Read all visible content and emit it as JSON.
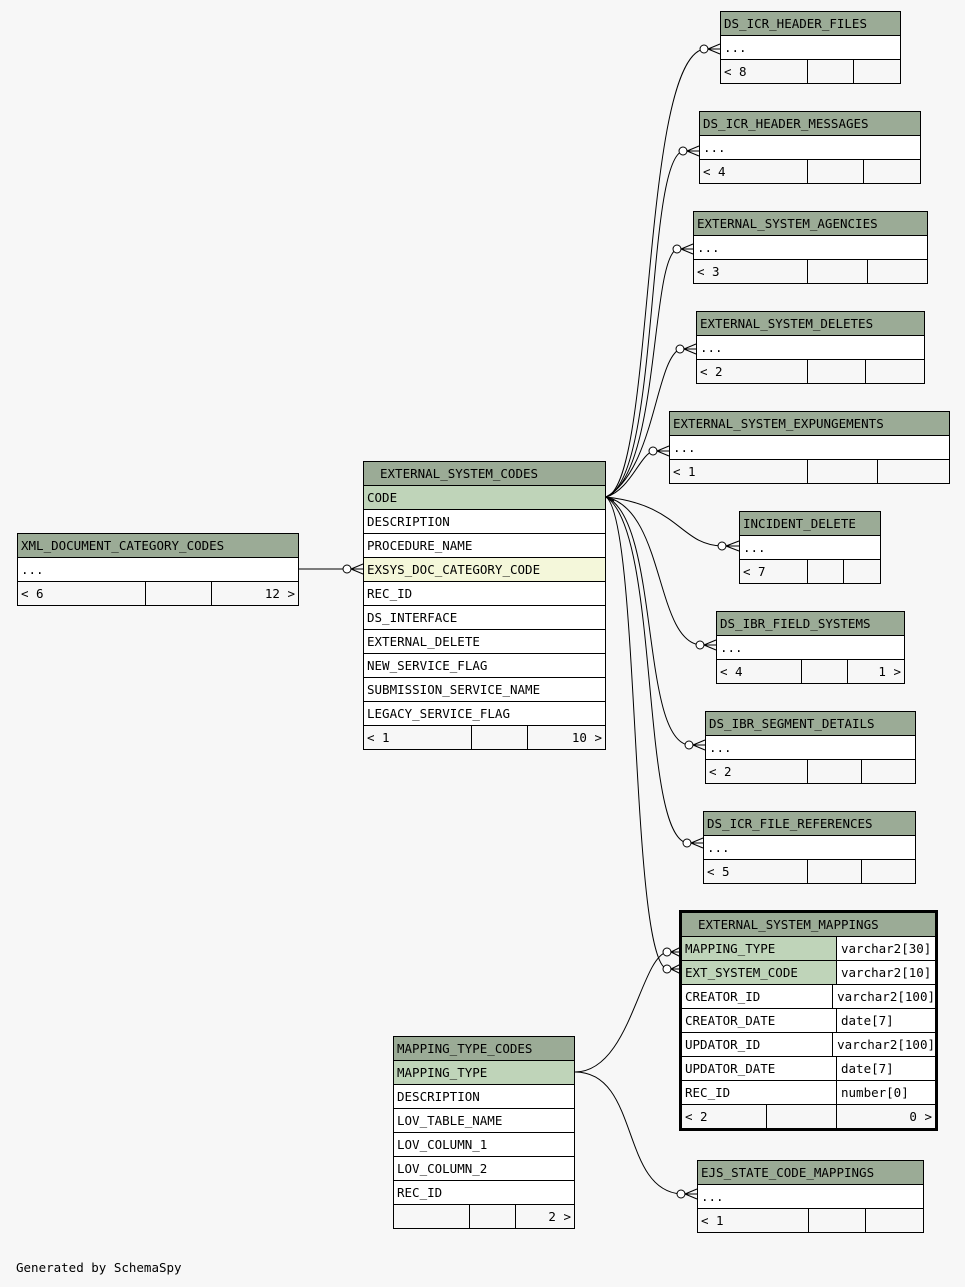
{
  "footer": {
    "credit": "Generated by SchemaSpy"
  },
  "main": {
    "name": "EXTERNAL_SYSTEM_CODES",
    "columns": [
      "CODE",
      "DESCRIPTION",
      "PROCEDURE_NAME",
      "EXSYS_DOC_CATEGORY_CODE",
      "REC_ID",
      "DS_INTERFACE",
      "EXTERNAL_DELETE",
      "NEW_SERVICE_FLAG",
      "SUBMISSION_SERVICE_NAME",
      "LEGACY_SERVICE_FLAG"
    ],
    "parents": "< 1",
    "children": "10 >"
  },
  "xml_doc": {
    "name": "XML_DOCUMENT_CATEGORY_CODES",
    "ellipsis": "...",
    "parents": "< 6",
    "children": "12 >"
  },
  "mapping_codes": {
    "name": "MAPPING_TYPE_CODES",
    "columns": [
      "MAPPING_TYPE",
      "DESCRIPTION",
      "LOV_TABLE_NAME",
      "LOV_COLUMN_1",
      "LOV_COLUMN_2",
      "REC_ID"
    ],
    "children": "2 >"
  },
  "focus": {
    "name": "EXTERNAL_SYSTEM_MAPPINGS",
    "columns": [
      {
        "name": "MAPPING_TYPE",
        "type": "varchar2[30]"
      },
      {
        "name": "EXT_SYSTEM_CODE",
        "type": "varchar2[10]"
      },
      {
        "name": "CREATOR_ID",
        "type": "varchar2[100]"
      },
      {
        "name": "CREATOR_DATE",
        "type": "date[7]"
      },
      {
        "name": "UPDATOR_ID",
        "type": "varchar2[100]"
      },
      {
        "name": "UPDATOR_DATE",
        "type": "date[7]"
      },
      {
        "name": "REC_ID",
        "type": "number[0]"
      }
    ],
    "parents": "< 2",
    "children": "0 >"
  },
  "children": [
    {
      "name": "DS_ICR_HEADER_FILES",
      "ellipsis": "...",
      "parents": "< 8"
    },
    {
      "name": "DS_ICR_HEADER_MESSAGES",
      "ellipsis": "...",
      "parents": "< 4"
    },
    {
      "name": "EXTERNAL_SYSTEM_AGENCIES",
      "ellipsis": "...",
      "parents": "< 3"
    },
    {
      "name": "EXTERNAL_SYSTEM_DELETES",
      "ellipsis": "...",
      "parents": "< 2"
    },
    {
      "name": "EXTERNAL_SYSTEM_EXPUNGEMENTS",
      "ellipsis": "...",
      "parents": "< 1"
    },
    {
      "name": "INCIDENT_DELETE",
      "ellipsis": "...",
      "parents": "< 7"
    },
    {
      "name": "DS_IBR_FIELD_SYSTEMS",
      "ellipsis": "...",
      "parents": "< 4",
      "children": "1 >"
    },
    {
      "name": "DS_IBR_SEGMENT_DETAILS",
      "ellipsis": "...",
      "parents": "< 2"
    },
    {
      "name": "DS_ICR_FILE_REFERENCES",
      "ellipsis": "...",
      "parents": "< 5"
    },
    {
      "name": "EJS_STATE_CODE_MAPPINGS",
      "ellipsis": "...",
      "parents": "< 1"
    }
  ]
}
